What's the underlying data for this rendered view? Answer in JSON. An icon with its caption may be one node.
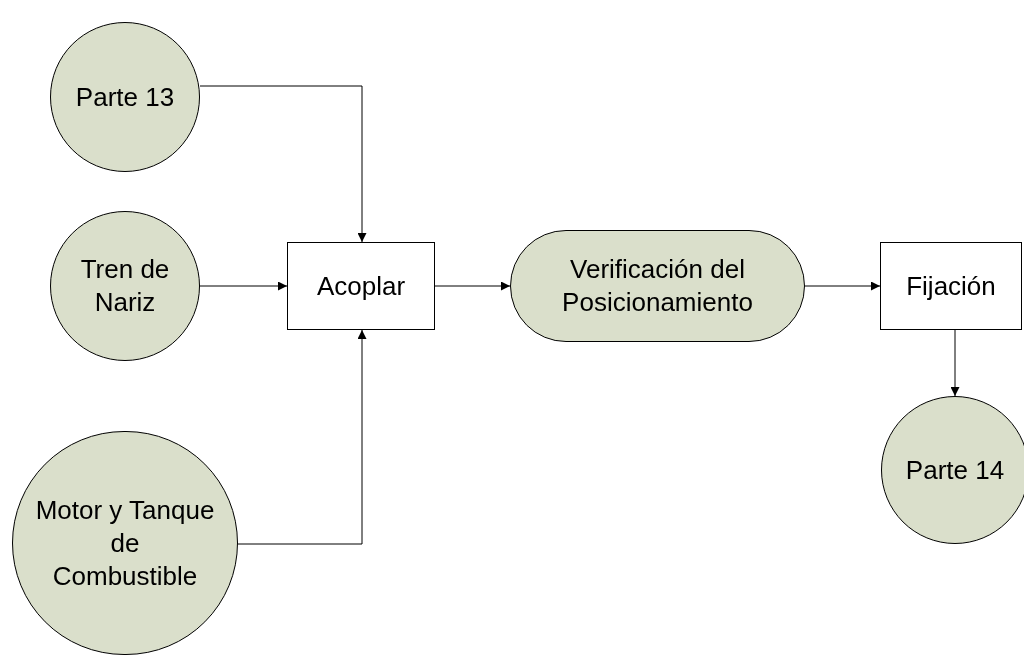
{
  "diagram": {
    "nodes": [
      {
        "text": [
          "Parte 13"
        ]
      },
      {
        "text": [
          "Tren de Nariz"
        ]
      },
      {
        "text": [
          "Motor y Tanque de Combustible"
        ]
      },
      {
        "text": [
          "Acoplar"
        ]
      },
      {
        "text": [
          "Verificación del Posicionamiento"
        ]
      },
      {
        "text": [
          "Fijación"
        ]
      },
      {
        "text": [
          "Parte 14"
        ]
      }
    ],
    "edges": [
      {
        "from": 0,
        "to": 3,
        "arrow": "to"
      },
      {
        "from": 1,
        "to": 3,
        "arrow": "to"
      },
      {
        "from": 2,
        "to": 3,
        "arrow": "to"
      },
      {
        "from": 3,
        "to": 4,
        "arrow": "to"
      },
      {
        "from": 4,
        "to": 5,
        "arrow": "to"
      },
      {
        "from": 5,
        "to": 6,
        "arrow": "to"
      }
    ]
  }
}
